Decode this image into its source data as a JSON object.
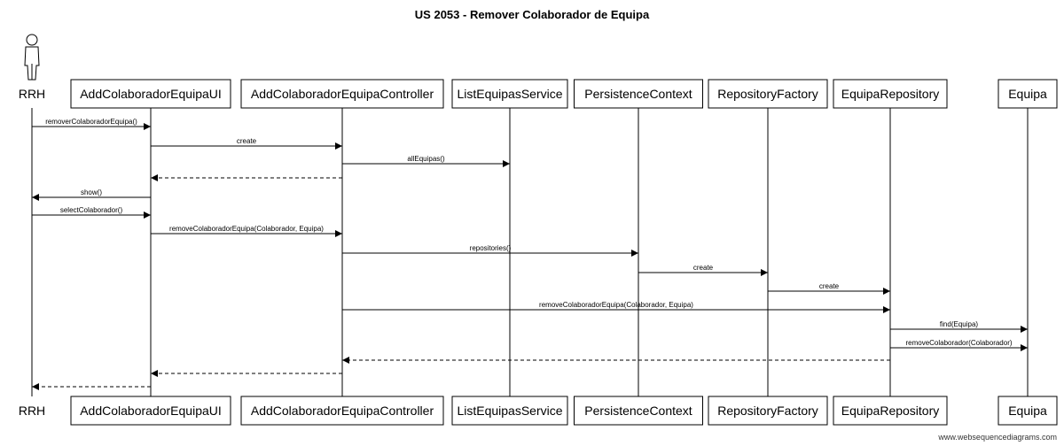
{
  "title": "US 2053 - Remover Colaborador de Equipa",
  "participants": [
    {
      "id": "rrh",
      "name": "RRH",
      "kind": "actor"
    },
    {
      "id": "ui",
      "name": "AddColaboradorEquipaUI",
      "kind": "box"
    },
    {
      "id": "ctrl",
      "name": "AddColaboradorEquipaController",
      "kind": "box"
    },
    {
      "id": "svc",
      "name": "ListEquipasService",
      "kind": "box"
    },
    {
      "id": "pc",
      "name": "PersistenceContext",
      "kind": "box"
    },
    {
      "id": "rf",
      "name": "RepositoryFactory",
      "kind": "box"
    },
    {
      "id": "repo",
      "name": "EquipaRepository",
      "kind": "box"
    },
    {
      "id": "eq",
      "name": "Equipa",
      "kind": "box"
    }
  ],
  "messages": [
    {
      "from": "rrh",
      "to": "ui",
      "label": "removerColaboradorEquipa()",
      "style": "solid"
    },
    {
      "from": "ui",
      "to": "ctrl",
      "label": "create",
      "style": "solid"
    },
    {
      "from": "ctrl",
      "to": "svc",
      "label": "allEquipas()",
      "style": "solid"
    },
    {
      "from": "ctrl",
      "to": "ui",
      "label": "",
      "style": "dashed"
    },
    {
      "from": "ui",
      "to": "rrh",
      "label": "show()",
      "style": "solid"
    },
    {
      "from": "rrh",
      "to": "ui",
      "label": "selectColaborador()",
      "style": "solid"
    },
    {
      "from": "ui",
      "to": "ctrl",
      "label": "removeColaboradorEquipa(Colaborador, Equipa)",
      "style": "solid"
    },
    {
      "from": "ctrl",
      "to": "pc",
      "label": "repositories()",
      "style": "solid"
    },
    {
      "from": "pc",
      "to": "rf",
      "label": "create",
      "style": "solid"
    },
    {
      "from": "rf",
      "to": "repo",
      "label": "create",
      "style": "solid"
    },
    {
      "from": "ctrl",
      "to": "repo",
      "label": "removeColaboradorEquipa(Colaborador, Equipa)",
      "style": "solid"
    },
    {
      "from": "repo",
      "to": "eq",
      "label": "find(Equipa)",
      "style": "solid"
    },
    {
      "from": "repo",
      "to": "eq",
      "label": "removeColaborador(Colaborador)",
      "style": "solid"
    },
    {
      "from": "repo",
      "to": "ctrl",
      "label": "",
      "style": "dashed"
    },
    {
      "from": "ctrl",
      "to": "ui",
      "label": "",
      "style": "dashed"
    },
    {
      "from": "ui",
      "to": "rrh",
      "label": "",
      "style": "dashed"
    }
  ],
  "watermark": "www.websequencediagrams.com"
}
